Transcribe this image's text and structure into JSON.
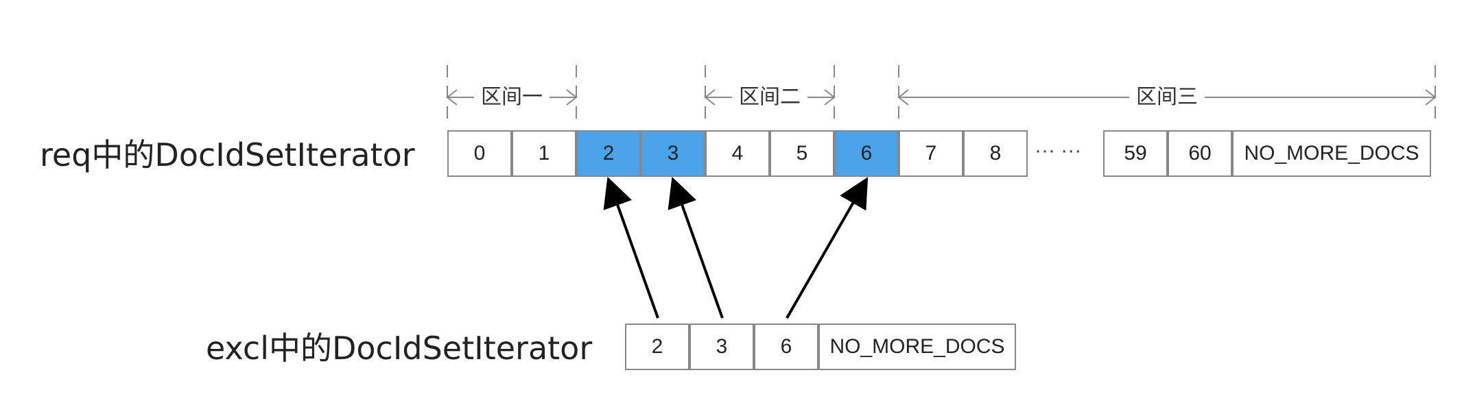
{
  "labels": {
    "req": "req中的DocIdSetIterator",
    "excl": "excl中的DocIdSetIterator",
    "ellipsis": "··· ···"
  },
  "req_cells": [
    {
      "text": "0",
      "highlight": false
    },
    {
      "text": "1",
      "highlight": false
    },
    {
      "text": "2",
      "highlight": true
    },
    {
      "text": "3",
      "highlight": true
    },
    {
      "text": "4",
      "highlight": false
    },
    {
      "text": "5",
      "highlight": false
    },
    {
      "text": "6",
      "highlight": true
    },
    {
      "text": "7",
      "highlight": false
    },
    {
      "text": "8",
      "highlight": false
    },
    {
      "text": "59",
      "highlight": false
    },
    {
      "text": "60",
      "highlight": false
    },
    {
      "text": "NO_MORE_DOCS",
      "highlight": false
    }
  ],
  "excl_cells": [
    {
      "text": "2"
    },
    {
      "text": "3"
    },
    {
      "text": "6"
    },
    {
      "text": "NO_MORE_DOCS"
    }
  ],
  "ranges": [
    {
      "label": "区间一"
    },
    {
      "label": "区间二"
    },
    {
      "label": "区间三"
    }
  ],
  "arrows": [
    {
      "from_excl_index": 0,
      "to_req_index": 2
    },
    {
      "from_excl_index": 1,
      "to_req_index": 3
    },
    {
      "from_excl_index": 2,
      "to_req_index": 6
    }
  ],
  "colors": {
    "highlight": "#4aa3e8",
    "border": "#888888",
    "arrow": "#000000",
    "guide": "#888888"
  }
}
